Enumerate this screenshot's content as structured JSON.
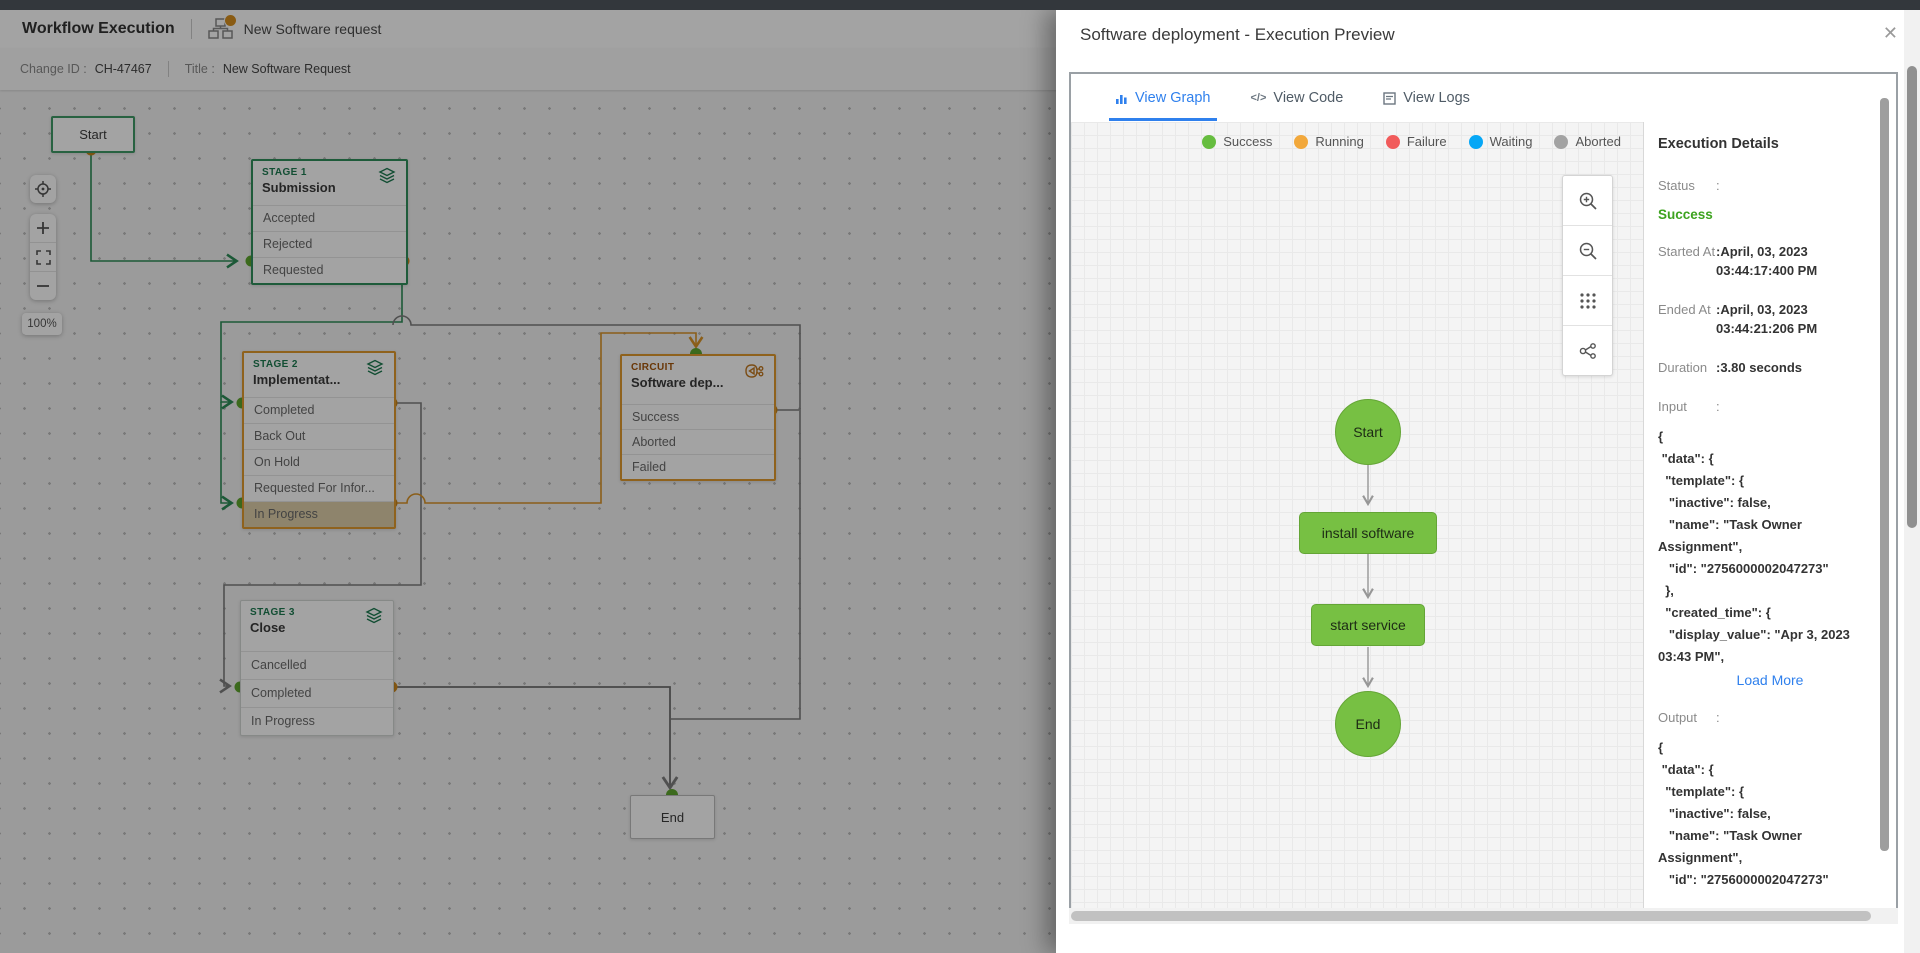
{
  "header": {
    "app_title": "Workflow Execution",
    "request_name": "New Software request",
    "change_id_label": "Change ID :",
    "change_id_value": "CH-47467",
    "title_label": "Title :",
    "title_value": "New Software Request"
  },
  "canvas": {
    "zoom_badge": "100%",
    "start_label": "Start",
    "end_label": "End",
    "stage1": {
      "kind": "STAGE 1",
      "name": "Submission",
      "rows": [
        "Accepted",
        "Rejected",
        "Requested"
      ]
    },
    "stage2": {
      "kind": "STAGE 2",
      "name": "Implementat...",
      "rows": [
        "Completed",
        "Back Out",
        "On Hold",
        "Requested For Infor...",
        "In Progress"
      ],
      "active_row": "In Progress"
    },
    "circuit": {
      "kind": "CIRCUIT",
      "name": "Software dep...",
      "rows": [
        "Success",
        "Aborted",
        "Failed"
      ]
    },
    "stage3": {
      "kind": "STAGE 3",
      "name": "Close",
      "rows": [
        "Cancelled",
        "Completed",
        "In Progress"
      ]
    },
    "colors": {
      "edge_green": "#2c8c57",
      "edge_orange": "#d99428",
      "edge_gray": "#7d7d7d",
      "dot_green": "#5fa72e",
      "dot_orange": "#d08a1f"
    }
  },
  "modal": {
    "title": "Software deployment - Execution Preview",
    "close_icon": "✕",
    "tabs": {
      "graph": "View Graph",
      "code": "View Code",
      "logs": "View Logs",
      "code_glyph": "</>"
    },
    "legend": [
      {
        "label": "Success",
        "color": "#66bd3f"
      },
      {
        "label": "Running",
        "color": "#f2a83b"
      },
      {
        "label": "Failure",
        "color": "#f15b5b"
      },
      {
        "label": "Waiting",
        "color": "#06a7f6"
      },
      {
        "label": "Aborted",
        "color": "#a3a3a3"
      }
    ],
    "graph_nodes": {
      "start": "Start",
      "step1": "install software",
      "step2": "start service",
      "end": "End"
    },
    "details": {
      "heading": "Execution Details",
      "status_label": "Status",
      "status_colon": ":",
      "status_value": "Success",
      "started_label": "Started At",
      "started_value": ":April, 03, 2023\n03:44:17:400 PM",
      "ended_label": "Ended At",
      "ended_value": ":April, 03, 2023\n03:44:21:206 PM",
      "duration_label": "Duration",
      "duration_value": ":3.80 seconds",
      "input_label": "Input",
      "input_colon": ":",
      "input_json": "{\n \"data\": {\n  \"template\": {\n   \"inactive\": false,\n   \"name\": \"Task Owner Assignment\",\n   \"id\": \"2756000002047273\"\n  },\n  \"created_time\": {\n   \"display_value\": \"Apr 3, 2023 03:43 PM\",",
      "load_more": "Load More",
      "output_label": "Output",
      "output_colon": ":",
      "output_json": "{\n \"data\": {\n  \"template\": {\n   \"inactive\": false,\n   \"name\": \"Task Owner Assignment\",\n   \"id\": \"2756000002047273\""
    }
  }
}
